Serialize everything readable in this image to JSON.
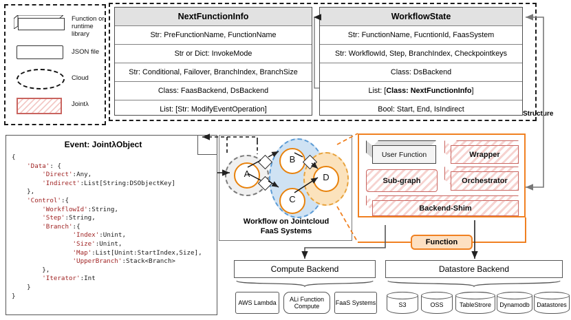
{
  "legend": {
    "items": [
      {
        "shape": "box3d",
        "label": "Function or\nruntime  library"
      },
      {
        "shape": "rounded-rect",
        "label": "JSON file"
      },
      {
        "shape": "dashed-ellipse",
        "label": "Cloud"
      },
      {
        "shape": "hatched-rect",
        "label": "Jointλ"
      }
    ]
  },
  "structure": {
    "label": "Structure",
    "tables": [
      {
        "title": "NextFunctionInfo",
        "rows": [
          "Str: PreFunctionName, FunctionName",
          "Str or Dict: InvokeMode",
          "Str: Conditional, Failover, BranchIndex, BranchSize",
          "Class: FaasBackend, DsBackend",
          "List: [Str: ModifyEventOperation]"
        ]
      },
      {
        "title": "WorkflowState",
        "rows": [
          "Str: FunctionName, FucntionId, FaasSystem",
          "Str: WorkflowId, Step, BranchIndex, Checkpointkeys",
          "Class: DsBackend",
          "List: [Class: NextFunctionInfo]",
          "Bool: Start, End, IsIndirect"
        ],
        "bold_row_index": 3
      }
    ]
  },
  "event_card": {
    "title": "Event: JointλObject",
    "code_lines": [
      {
        "indent": 0,
        "key": "",
        "rest": "{"
      },
      {
        "indent": 1,
        "key": "'Data'",
        "rest": ": {"
      },
      {
        "indent": 2,
        "key": "'Direct'",
        "rest": ":Any,"
      },
      {
        "indent": 2,
        "key": "'Indirect'",
        "rest": ":List[String:DSObjectKey]"
      },
      {
        "indent": 1,
        "key": "",
        "rest": "},"
      },
      {
        "indent": 1,
        "key": "'Control'",
        "rest": ":{"
      },
      {
        "indent": 2,
        "key": "'WorkflowId'",
        "rest": ":String,"
      },
      {
        "indent": 2,
        "key": "'Step'",
        "rest": ":String,"
      },
      {
        "indent": 2,
        "key": "'Branch'",
        "rest": ":{"
      },
      {
        "indent": 4,
        "key": "'Index'",
        "rest": ":Unint,"
      },
      {
        "indent": 4,
        "key": "'Size'",
        "rest": ":Unint,"
      },
      {
        "indent": 4,
        "key": "'Map'",
        "rest": ":List[Unint:StartIndex,Size],"
      },
      {
        "indent": 4,
        "key": "'UpperBranch'",
        "rest": ":Stack<Branch>"
      },
      {
        "indent": 2,
        "key": "",
        "rest": "},"
      },
      {
        "indent": 2,
        "key": "'Iterator'",
        "rest": ":Int"
      },
      {
        "indent": 1,
        "key": "",
        "rest": "}"
      },
      {
        "indent": 0,
        "key": "",
        "rest": "}"
      }
    ]
  },
  "workflow": {
    "caption_line1": "Workflow on Jointcloud",
    "caption_line2": "FaaS Systems",
    "nodes": [
      {
        "id": "A",
        "label": "A"
      },
      {
        "id": "B",
        "label": "B"
      },
      {
        "id": "C",
        "label": "C"
      },
      {
        "id": "D",
        "label": "D"
      }
    ]
  },
  "function_box": {
    "badge": "Function",
    "components": [
      {
        "name": "User Function",
        "style": "gray-3d"
      },
      {
        "name": "Wrapper",
        "style": "hatched-3d"
      },
      {
        "name": "Sub-graph",
        "style": "hatched-flat"
      },
      {
        "name": "Orchestrator",
        "style": "hatched-3d"
      },
      {
        "name": "Backend-Shim",
        "style": "hatched-3d"
      }
    ]
  },
  "compute_backend": {
    "title": "Compute Backend",
    "items": [
      "AWS Lambda",
      "ALi Function\nCompute",
      "FaaS Systems"
    ]
  },
  "datastore_backend": {
    "title": "Datastore Backend",
    "items": [
      "S3",
      "OSS",
      "TableStrore",
      "Dynamodb",
      "Datastores"
    ]
  },
  "colors": {
    "accent_orange": "#F08020",
    "node_orange": "#E8820C",
    "cloud_blue_fill": "#CFE2F3",
    "cloud_blue_border": "#5B9BD5",
    "cloud_orange_fill": "#FBE2BC",
    "cloud_gray_fill": "#F0F0F0",
    "hatch_red": "#C9645F",
    "code_key_red": "#9E1F1F",
    "table_header_gray": "#E2E2E2"
  }
}
